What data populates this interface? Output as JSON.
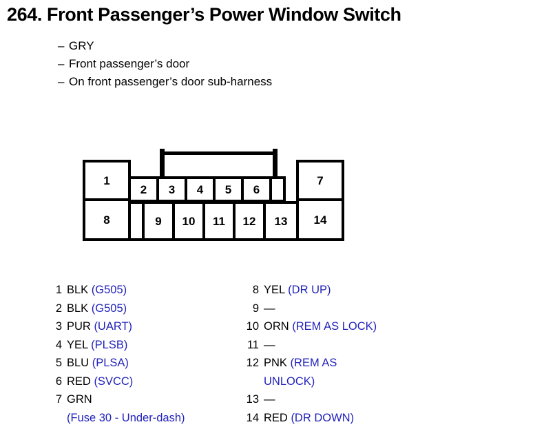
{
  "title": "264. Front Passenger’s Power Window Switch",
  "description": [
    "GRY",
    "Front passenger’s door",
    "On front passenger’s door sub-harness"
  ],
  "colors": {
    "circuit_label": "#2222bb",
    "text": "#000000",
    "background": "#ffffff"
  },
  "connector": {
    "top_row": [
      "1",
      "2",
      "3",
      "4",
      "5",
      "6",
      "7"
    ],
    "bottom_row": [
      "8",
      "9",
      "10",
      "11",
      "12",
      "13",
      "14"
    ],
    "blank_slots": 2
  },
  "pins": {
    "left": [
      {
        "num": "1",
        "color": "BLK",
        "circuit": "(G505)"
      },
      {
        "num": "2",
        "color": "BLK",
        "circuit": "(G505)"
      },
      {
        "num": "3",
        "color": "PUR",
        "circuit": "(UART)"
      },
      {
        "num": "4",
        "color": "YEL",
        "circuit": "(PLSB)"
      },
      {
        "num": "5",
        "color": "BLU",
        "circuit": "(PLSA)"
      },
      {
        "num": "6",
        "color": "RED",
        "circuit": "(SVCC)"
      },
      {
        "num": "7",
        "color": "GRN",
        "circuit": "",
        "circuit_cont": "(Fuse 30 - Under-dash)"
      }
    ],
    "right": [
      {
        "num": "8",
        "color": "YEL",
        "circuit": "(DR UP)"
      },
      {
        "num": "9",
        "color": "",
        "circuit": "",
        "empty": "—"
      },
      {
        "num": "10",
        "color": "ORN",
        "circuit": "(REM AS LOCK)"
      },
      {
        "num": "11",
        "color": "",
        "circuit": "",
        "empty": "—"
      },
      {
        "num": "12",
        "color": "PNK",
        "circuit": "(REM AS",
        "circuit_cont": "UNLOCK)"
      },
      {
        "num": "13",
        "color": "",
        "circuit": "",
        "empty": "—"
      },
      {
        "num": "14",
        "color": "RED",
        "circuit": "(DR DOWN)"
      }
    ]
  }
}
